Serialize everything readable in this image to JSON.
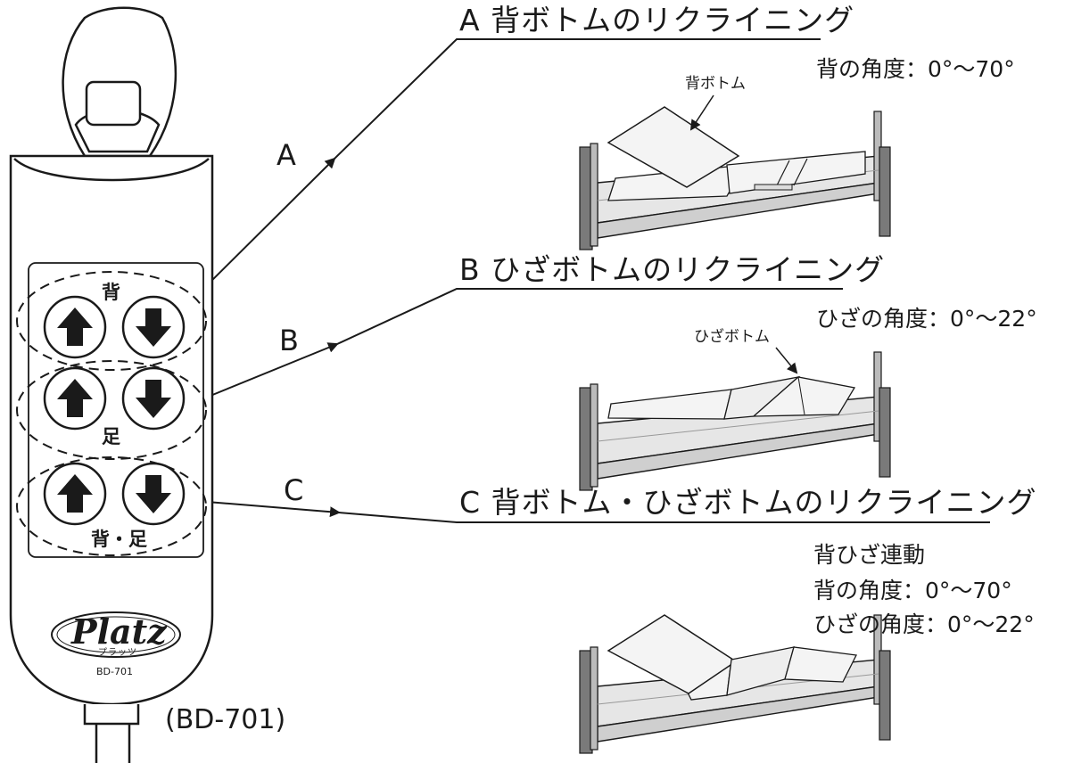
{
  "remote": {
    "brand_logo": "Platz",
    "brand_sub": "プラッツ",
    "model_on_remote": "BD-701",
    "model_caption": "(BD-701)",
    "button_groups": [
      {
        "label": "背",
        "up_icon": "up-arrow-icon",
        "down_icon": "down-arrow-icon"
      },
      {
        "label": "足",
        "up_icon": "up-arrow-icon",
        "down_icon": "down-arrow-icon"
      },
      {
        "label": "背・足",
        "up_icon": "up-arrow-icon",
        "down_icon": "down-arrow-icon"
      }
    ]
  },
  "sections": [
    {
      "letter": "A",
      "heading": "A 背ボトムのリクライニング",
      "angles": [
        "背の角度：0°～70°"
      ],
      "callout": "背ボトム"
    },
    {
      "letter": "B",
      "heading": "B ひざボトムのリクライニング",
      "angles": [
        "ひざの角度：0°～22°"
      ],
      "callout": "ひざボトム"
    },
    {
      "letter": "C",
      "heading": "C 背ボトム・ひざボトムのリクライニング",
      "angles": [
        "背ひざ連動",
        "背の角度：0°～70°",
        "ひざの角度：0°～22°"
      ],
      "callout": ""
    }
  ],
  "colors": {
    "line": "#1a1a1a",
    "bed_frame": "#d9d9d9",
    "bed_post": "#7a7a7a",
    "mattress": "#f4f4f4"
  }
}
